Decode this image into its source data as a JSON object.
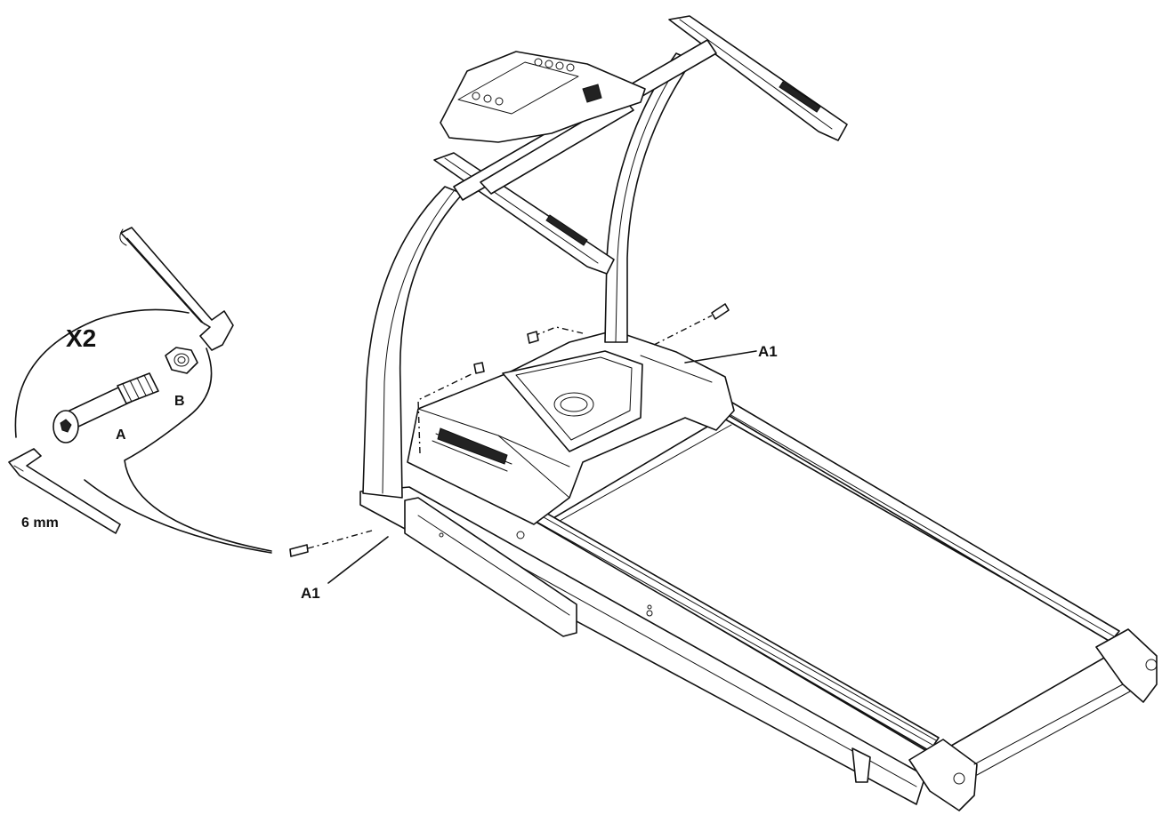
{
  "labels": {
    "multiplier": "X2",
    "part_a": "A",
    "part_b": "B",
    "hex_key_size": "6 mm",
    "assembly_top": "A1",
    "assembly_bottom": "A1"
  }
}
